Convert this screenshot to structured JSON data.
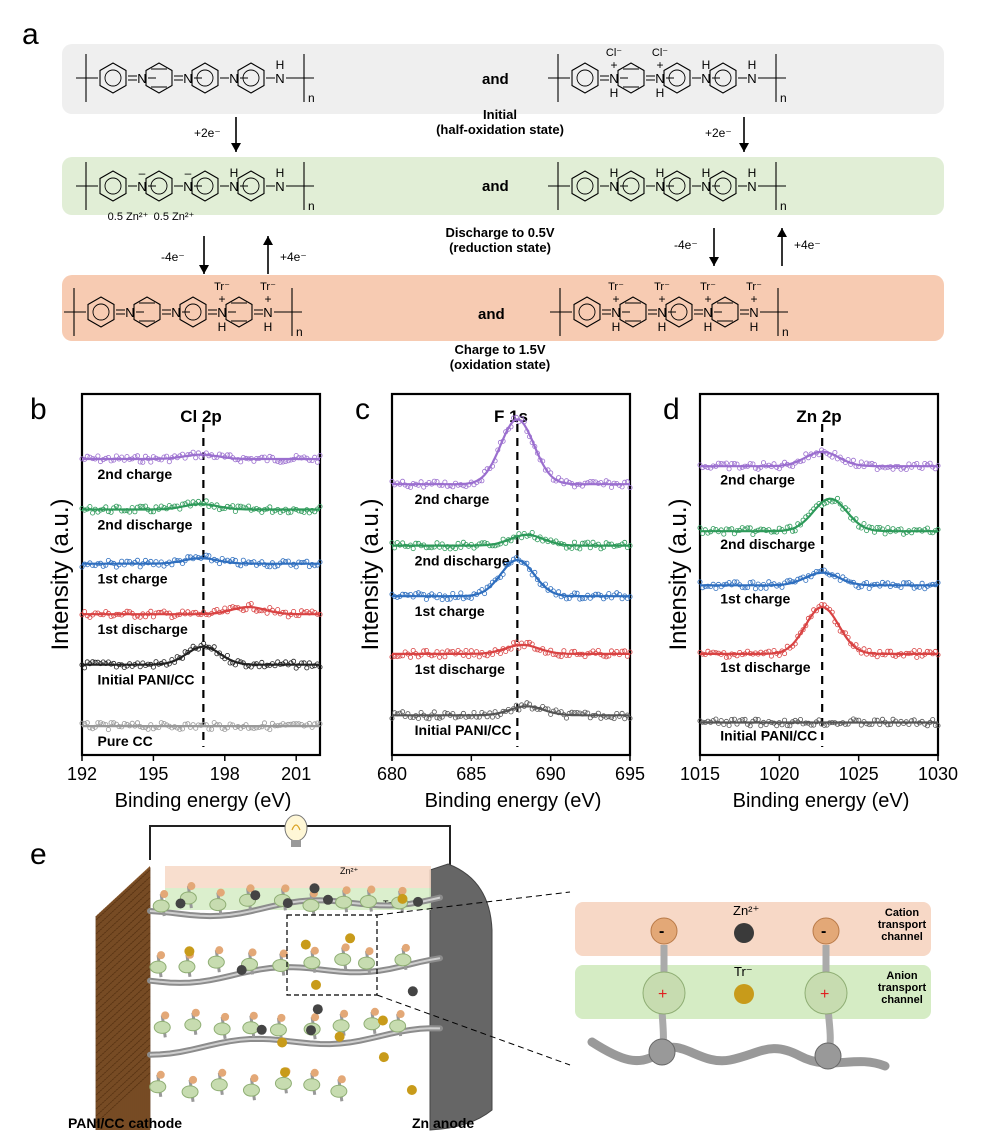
{
  "panels": {
    "a": "a",
    "b": "b",
    "c": "c",
    "d": "d",
    "e": "e"
  },
  "scheme": {
    "and_label": "and",
    "initial_label": "Initial",
    "initial_state": "(half-oxidation state)",
    "discharge_label": "Discharge to 0.5V",
    "discharge_state": "(reduction state)",
    "charge_label": "Charge to 1.5V",
    "charge_state": "(oxidation state)",
    "plus2e": "+2e⁻",
    "minus4e": "-4e⁻",
    "plus4e": "+4e⁻",
    "zn_label": "0.5 Zn²⁺",
    "cl_label": "Cl⁻",
    "tr_label": "Tr⁻",
    "n_sub": "n",
    "colors": {
      "initial": "#efefef",
      "discharge": "#e1eed6",
      "charge": "#f7cbb2"
    }
  },
  "chart_data": [
    {
      "type": "line",
      "title": "Cl 2p",
      "xlabel": "Binding energy (eV)",
      "ylabel": "Intensity (a.u.)",
      "xlim": [
        192,
        202
      ],
      "xticks": [
        192,
        195,
        198,
        201
      ],
      "xtick_labels": [
        "192",
        "195",
        "198",
        "201"
      ],
      "reference_line": 197.1,
      "series": [
        {
          "name": "2nd charge",
          "color": "#9b6fcf",
          "peak": null
        },
        {
          "name": "2nd discharge",
          "color": "#2e9a5a",
          "peak": null
        },
        {
          "name": "1st charge",
          "color": "#2f6fbf",
          "peak": null
        },
        {
          "name": "1st discharge",
          "color": "#d94343",
          "peak": 199.0
        },
        {
          "name": "Initial PANI/CC",
          "color": "#222222",
          "peak": 197.1
        },
        {
          "name": "Pure CC",
          "color": "#999999",
          "peak": null
        }
      ]
    },
    {
      "type": "line",
      "title": "F 1s",
      "xlabel": "Binding energy (eV)",
      "ylabel": "Intensity (a.u.)",
      "xlim": [
        680,
        695
      ],
      "xticks": [
        680,
        685,
        690,
        695
      ],
      "xtick_labels": [
        "680",
        "685",
        "690",
        "695"
      ],
      "reference_line": 687.9,
      "series": [
        {
          "name": "2nd charge",
          "color": "#9b6fcf",
          "peak": 687.9
        },
        {
          "name": "2nd discharge",
          "color": "#2e9a5a",
          "peak": 688.5
        },
        {
          "name": "1st charge",
          "color": "#2f6fbf",
          "peak": 687.9
        },
        {
          "name": "1st discharge",
          "color": "#d94343",
          "peak": 688.2
        },
        {
          "name": "Initial PANI/CC",
          "color": "#555555",
          "peak": 688.5
        }
      ]
    },
    {
      "type": "line",
      "title": "Zn 2p",
      "xlabel": "Binding energy (eV)",
      "ylabel": "Intensity (a.u.)",
      "xlim": [
        1015,
        1030
      ],
      "xticks": [
        1015,
        1020,
        1025,
        1030
      ],
      "xtick_labels": [
        "1015",
        "1020",
        "1025",
        "1030"
      ],
      "reference_line": 1022.7,
      "series": [
        {
          "name": "2nd charge",
          "color": "#9b6fcf",
          "peak": 1022.7
        },
        {
          "name": "2nd discharge",
          "color": "#2e9a5a",
          "peak": 1023.2
        },
        {
          "name": "1st charge",
          "color": "#2f6fbf",
          "peak": 1022.7
        },
        {
          "name": "1st discharge",
          "color": "#d94343",
          "peak": 1022.7
        },
        {
          "name": "Initial PANI/CC",
          "color": "#555555",
          "peak": null
        }
      ]
    }
  ],
  "device": {
    "cathode_label": "PANI/CC cathode",
    "anode_label": "Zn anode",
    "zn_small": "Zn²⁺",
    "tr_small": "Tr⁻",
    "inset": {
      "zn": "Zn²⁺",
      "tr": "Tr⁻",
      "cation_channel": "Cation\ntransport\nchannel",
      "anion_channel": "Anion\ntransport\nchannel",
      "minus": "-",
      "plus": "+"
    },
    "colors": {
      "cation": "#f7d8c6",
      "anion": "#d5ecc4",
      "bead_orange": "#e3a877",
      "bead_green": "#c7dcb0",
      "bead_gray": "#444444",
      "bead_gold": "#c89b1a"
    }
  }
}
